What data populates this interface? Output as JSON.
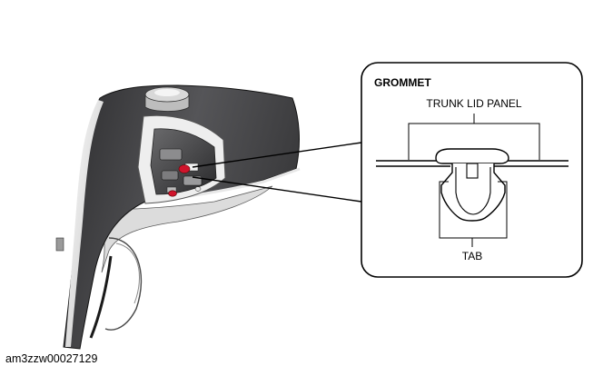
{
  "figure": {
    "detail_title": "GROMMET",
    "labels": {
      "panel": "TRUNK LID PANEL",
      "tab": "TAB"
    },
    "document_id": "am3zzw00027129",
    "colors": {
      "line": "#000000",
      "part_dark": "#3a3a3c",
      "part_light": "#e6e6e6",
      "highlight": "#d0142c"
    }
  }
}
